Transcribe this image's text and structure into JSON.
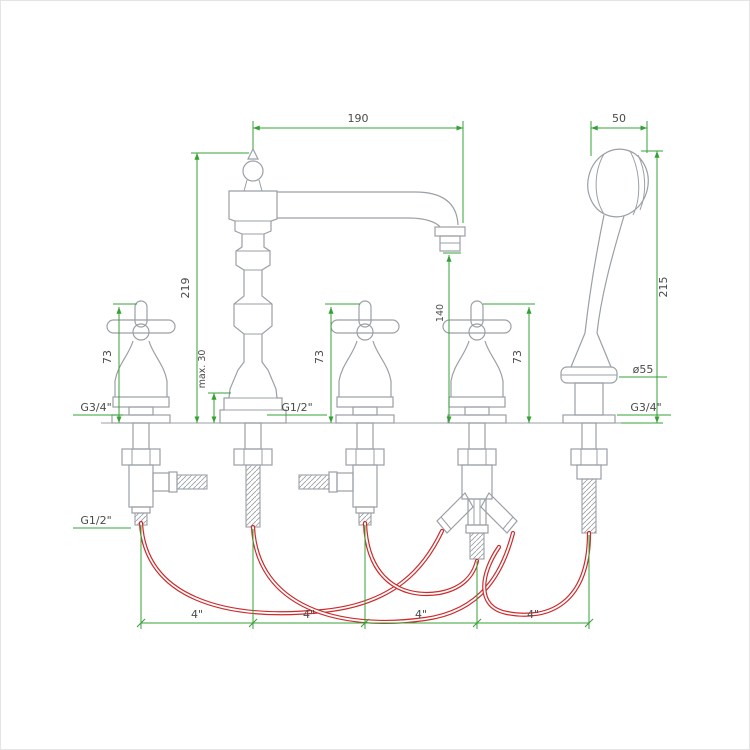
{
  "page": {
    "type": "technical-drawing",
    "subject": "5-hole deck mounted bath shower mixer with classic spout, three cross handles and hand shower"
  },
  "colors": {
    "dimension_line": "#35a035",
    "drawing_line": "#9aa0a6",
    "hose_line": "#cc2b2b",
    "label_text": "#4a4a4a",
    "background": "#ffffff"
  },
  "dims": {
    "spout_reach": "190",
    "handshower_width": "50",
    "spout_height": "219",
    "handshower_height": "215",
    "handle_height_left": "73",
    "handle_height_middle": "73",
    "handle_height_right": "73",
    "spout_clearance": "140",
    "deck_thickness": "max. 30",
    "thread_left_handle": "G3/4\"",
    "thread_spout": "G1/2\"",
    "escutcheon_diameter": "ø55",
    "thread_handshower": "G3/4\"",
    "thread_left_outlet": "G1/2\"",
    "hole_spacing": [
      "4\"",
      "4\"",
      "4\"",
      "4\""
    ]
  }
}
